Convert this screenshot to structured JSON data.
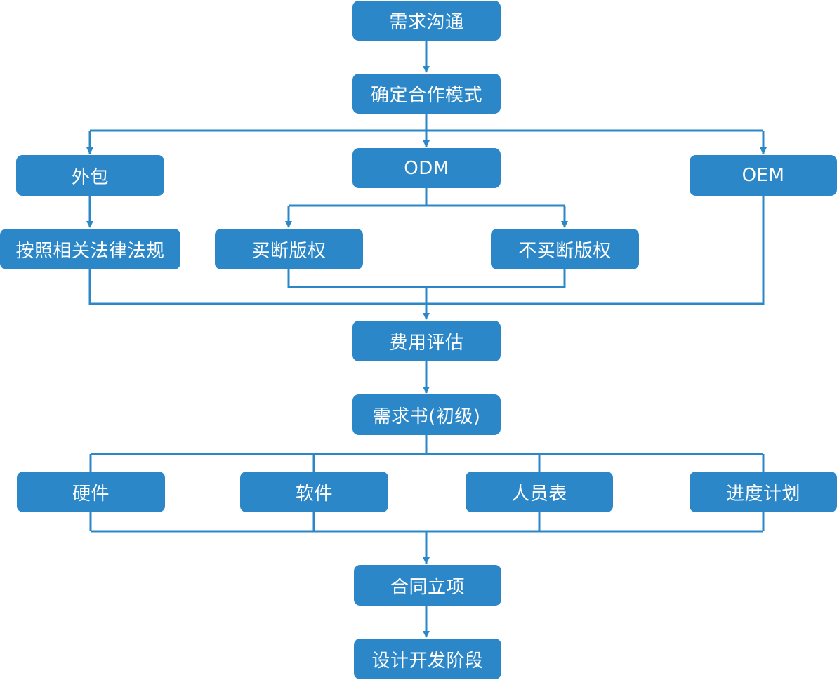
{
  "nodes": {
    "need_communication": "需求沟通",
    "confirm_cooperation_mode": "确定合作模式",
    "outsourcing": "外包",
    "odm": "ODM",
    "oem": "OEM",
    "laws_regulations": "按照相关法律法规",
    "buy_copyright": "买断版权",
    "no_buy_copyright": "不买断版权",
    "cost_evaluation": "费用评估",
    "requirements_doc": "需求书(初级)",
    "hardware": "硬件",
    "software": "软件",
    "staff_list": "人员表",
    "schedule_plan": "进度计划",
    "contract_project": "合同立项",
    "design_development": "设计开发阶段"
  },
  "colors": {
    "node_fill": "#2b87c8",
    "connector": "#2b87c8",
    "text": "#ffffff"
  }
}
